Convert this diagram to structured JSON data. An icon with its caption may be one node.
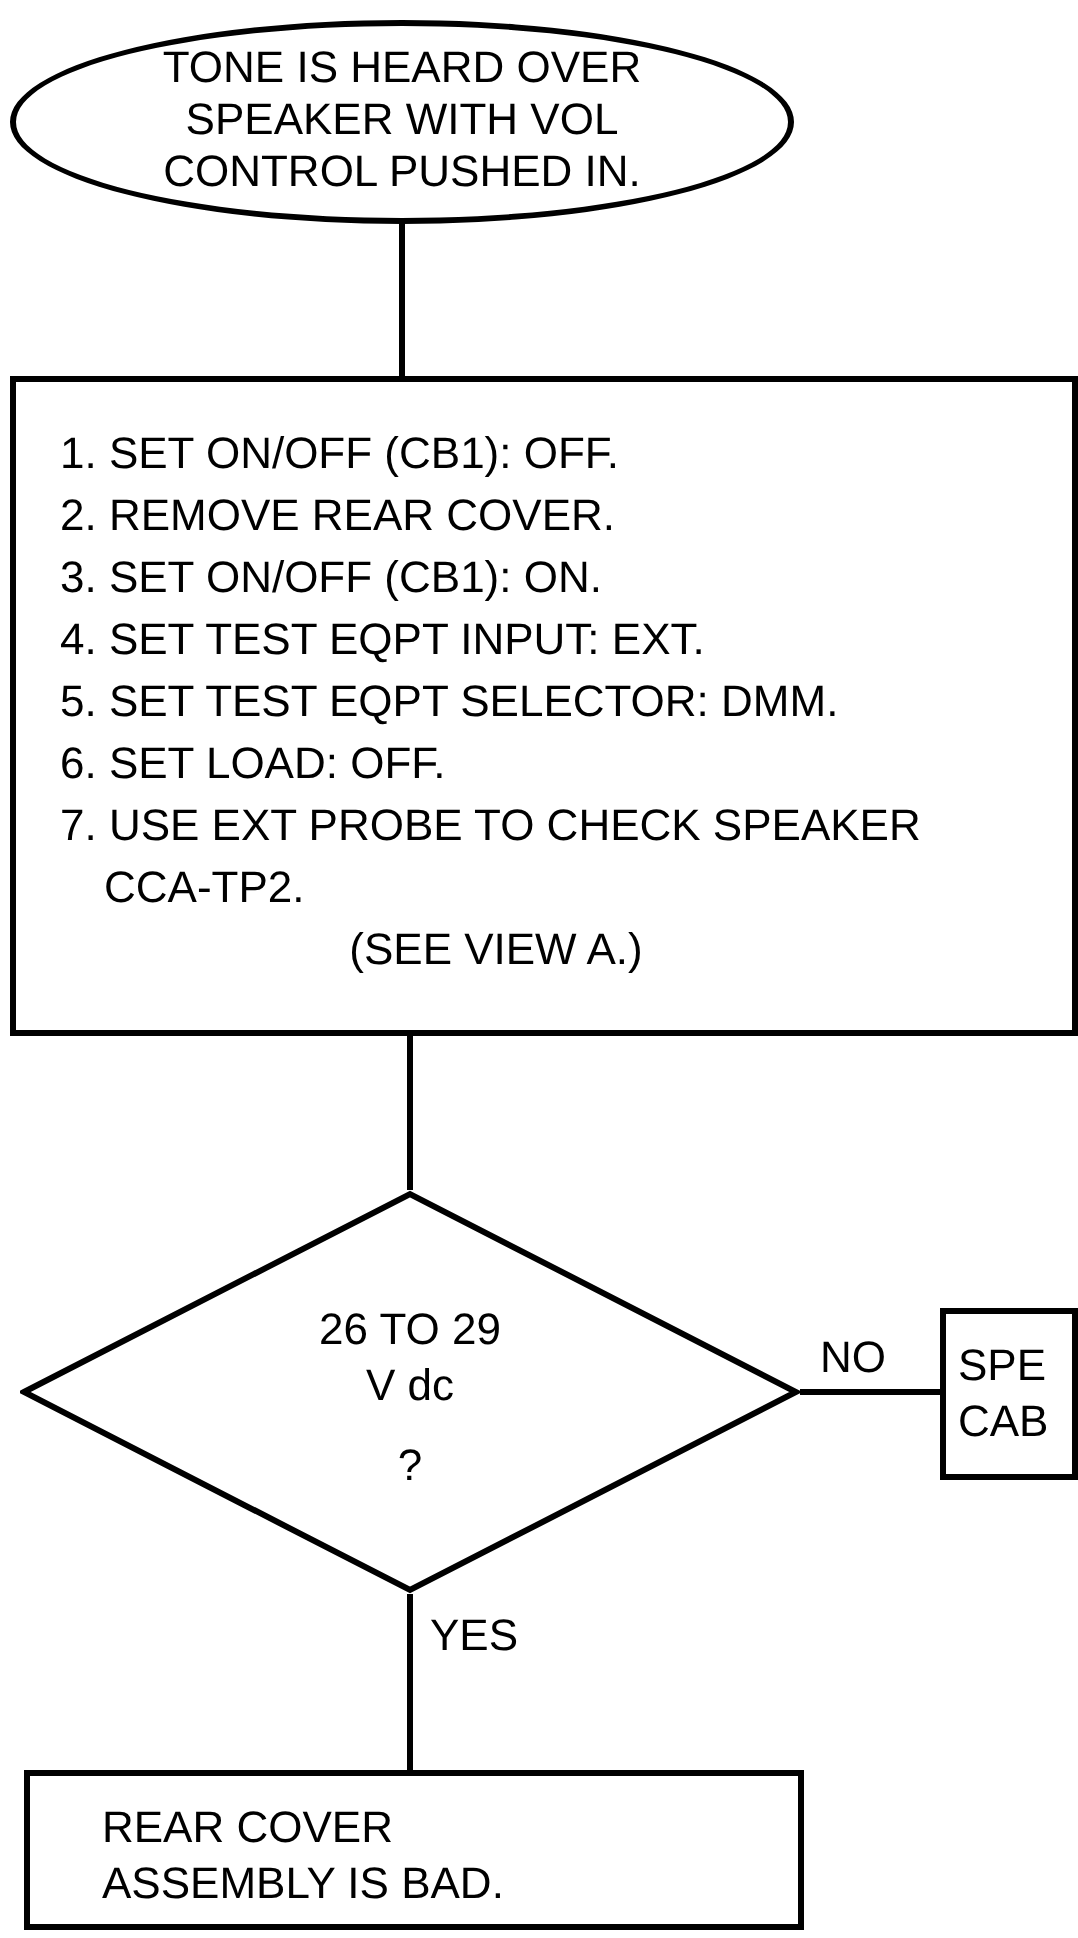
{
  "diagram": {
    "nodes": [
      {
        "text": [
          "TONE IS HEARD OVER SPEAKER WITH VOL CONTROL PUSHED IN."
        ]
      },
      {
        "text": [
          "1. SET ON/OFF (CB1): OFF.",
          "2. REMOVE REAR COVER.",
          "3. SET ON/OFF (CB1): ON.",
          "4. SET TEST EQPT INPUT: EXT.",
          "5. SET TEST EQPT SELECTOR: DMM.",
          "6. SET LOAD: OFF.",
          "7. USE EXT PROBE TO CHECK SPEAKER CCA-TP2.",
          "(SEE VIEW A.)"
        ]
      },
      {
        "text": [
          "26 TO 29 V dc",
          "?"
        ]
      },
      {
        "text": [
          "SPE CAB"
        ]
      },
      {
        "text": [
          "REAR COVER ASSEMBLY IS BAD."
        ]
      }
    ],
    "edges": [
      {
        "from": 0,
        "to": 1,
        "arrow": "none"
      },
      {
        "from": 1,
        "to": 2,
        "arrow": "none"
      },
      {
        "from": 2,
        "to": 3,
        "arrow": "none",
        "label": "NO"
      },
      {
        "from": 2,
        "to": 4,
        "arrow": "none",
        "label": "YES"
      }
    ]
  }
}
